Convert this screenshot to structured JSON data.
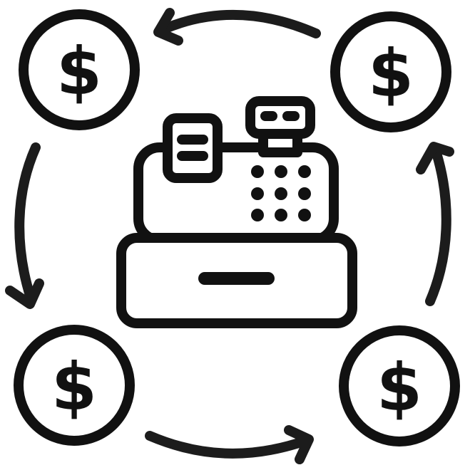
{
  "colors": {
    "ink": "#111111",
    "arrow": "#1c1c1c",
    "background": "#ffffff"
  },
  "coins": [
    {
      "name": "coin-top-left",
      "symbol": "$"
    },
    {
      "name": "coin-top-right",
      "symbol": "$"
    },
    {
      "name": "coin-bottom-left",
      "symbol": "$"
    },
    {
      "name": "coin-bottom-right",
      "symbol": "$"
    }
  ],
  "icons": {
    "center": "cash-register-icon",
    "cycle": "circular-arrows-icon",
    "coin": "dollar-coin-icon"
  }
}
